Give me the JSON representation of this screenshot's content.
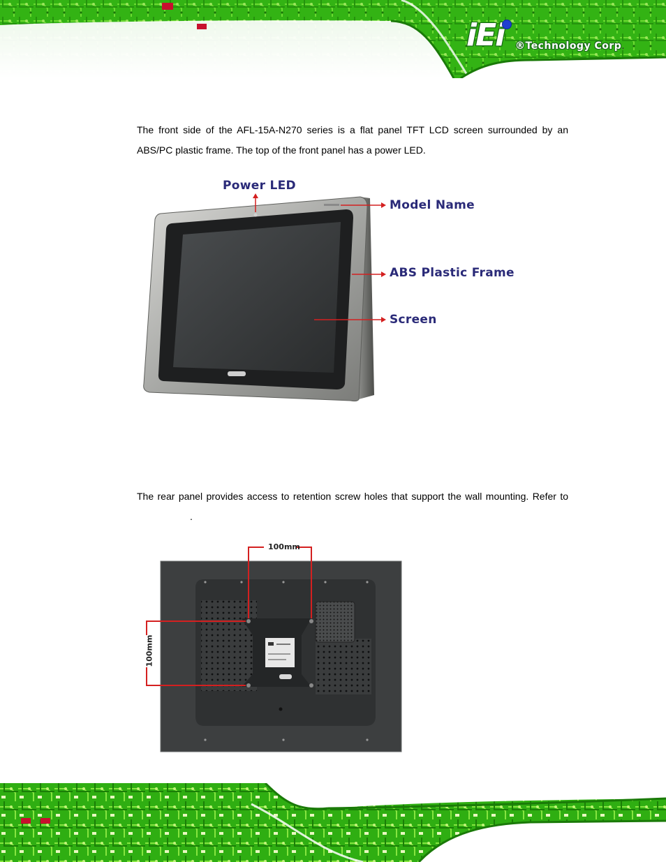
{
  "header": {
    "logo_text": "iEi",
    "company": "®Technology Corp",
    "company_period": "."
  },
  "front_panel": {
    "description": "The front side of the AFL-15A-N270 series is a flat panel TFT LCD screen surrounded by an ABS/PC plastic frame. The top of the front panel has a power LED.",
    "callouts": {
      "power_led": "Power LED",
      "model_name": "Model Name",
      "frame": "ABS Plastic Frame",
      "screen": "Screen"
    }
  },
  "rear_panel": {
    "description": "The rear panel provides access to retention screw holes that support the wall mounting.",
    "refer_prefix": "Refer to",
    "refer_suffix": ".",
    "dimension_horizontal": "100mm",
    "dimension_vertical": "100mm"
  },
  "colors": {
    "pcb_green": "#3cc41c",
    "callout_text": "#2a2a78",
    "callout_arrow": "#d42020"
  }
}
